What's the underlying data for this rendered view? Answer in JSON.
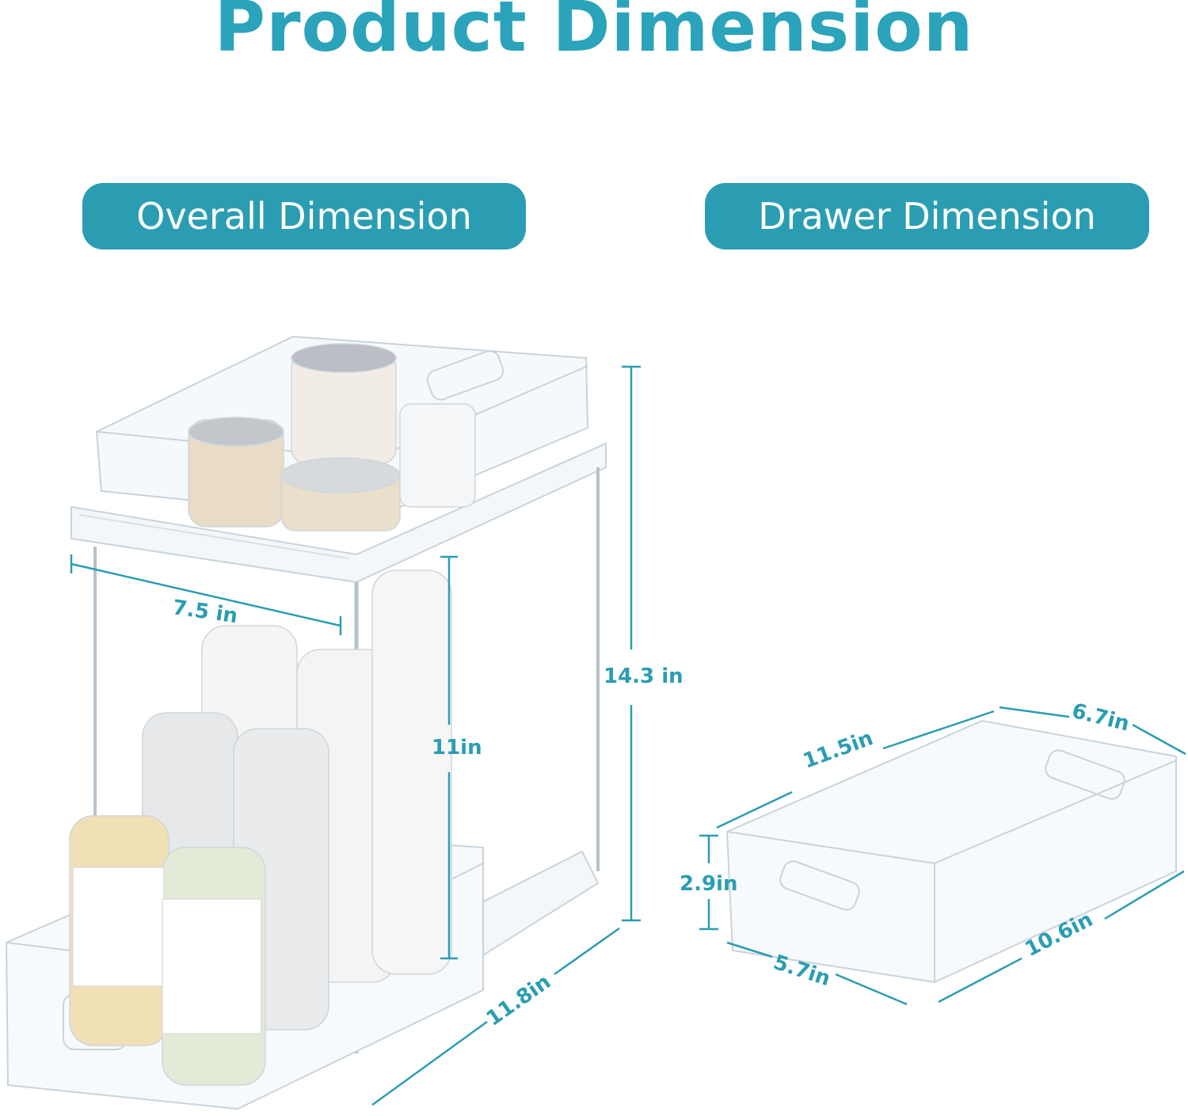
{
  "title": "Product Dimension",
  "labels": {
    "overall": "Overall Dimension",
    "drawer": "Drawer Dimension"
  },
  "overall_dims": {
    "width": "7.5 in",
    "height_total": "14.3 in",
    "height_lower": "11in",
    "depth": "11.8in"
  },
  "drawer_dims": {
    "length_top": "11.5in",
    "width_top": "6.7in",
    "height": "2.9in",
    "width_bottom": "5.7in",
    "length_bottom": "10.6in"
  },
  "colors": {
    "accent": "#2a9db3",
    "title": "#2aa3bb"
  }
}
